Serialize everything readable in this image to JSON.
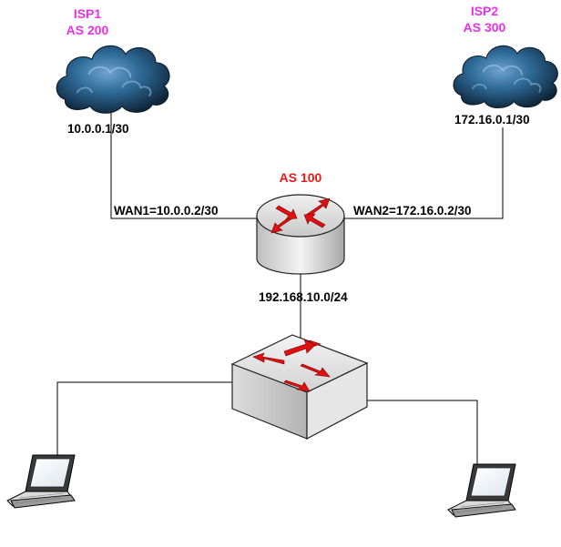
{
  "isp1": {
    "name": "ISP1",
    "as": "AS 200",
    "address": "10.0.0.1/30"
  },
  "isp2": {
    "name": "ISP2",
    "as": "AS 300",
    "address": "172.16.0.1/30"
  },
  "router": {
    "as": "AS 100",
    "wan1": "WAN1=10.0.0.2/30",
    "wan2": "WAN2=172.16.0.2/30",
    "lan": "192.168.10.0/24"
  },
  "colors": {
    "isp_label": "#e832e8",
    "as_label": "#e81818",
    "cloud": "#2e6a97",
    "router_body": "#d8d8d8",
    "arrow": "#e01010"
  },
  "icons": [
    "cloud-icon",
    "router-icon",
    "switch-icon",
    "laptop-icon"
  ]
}
